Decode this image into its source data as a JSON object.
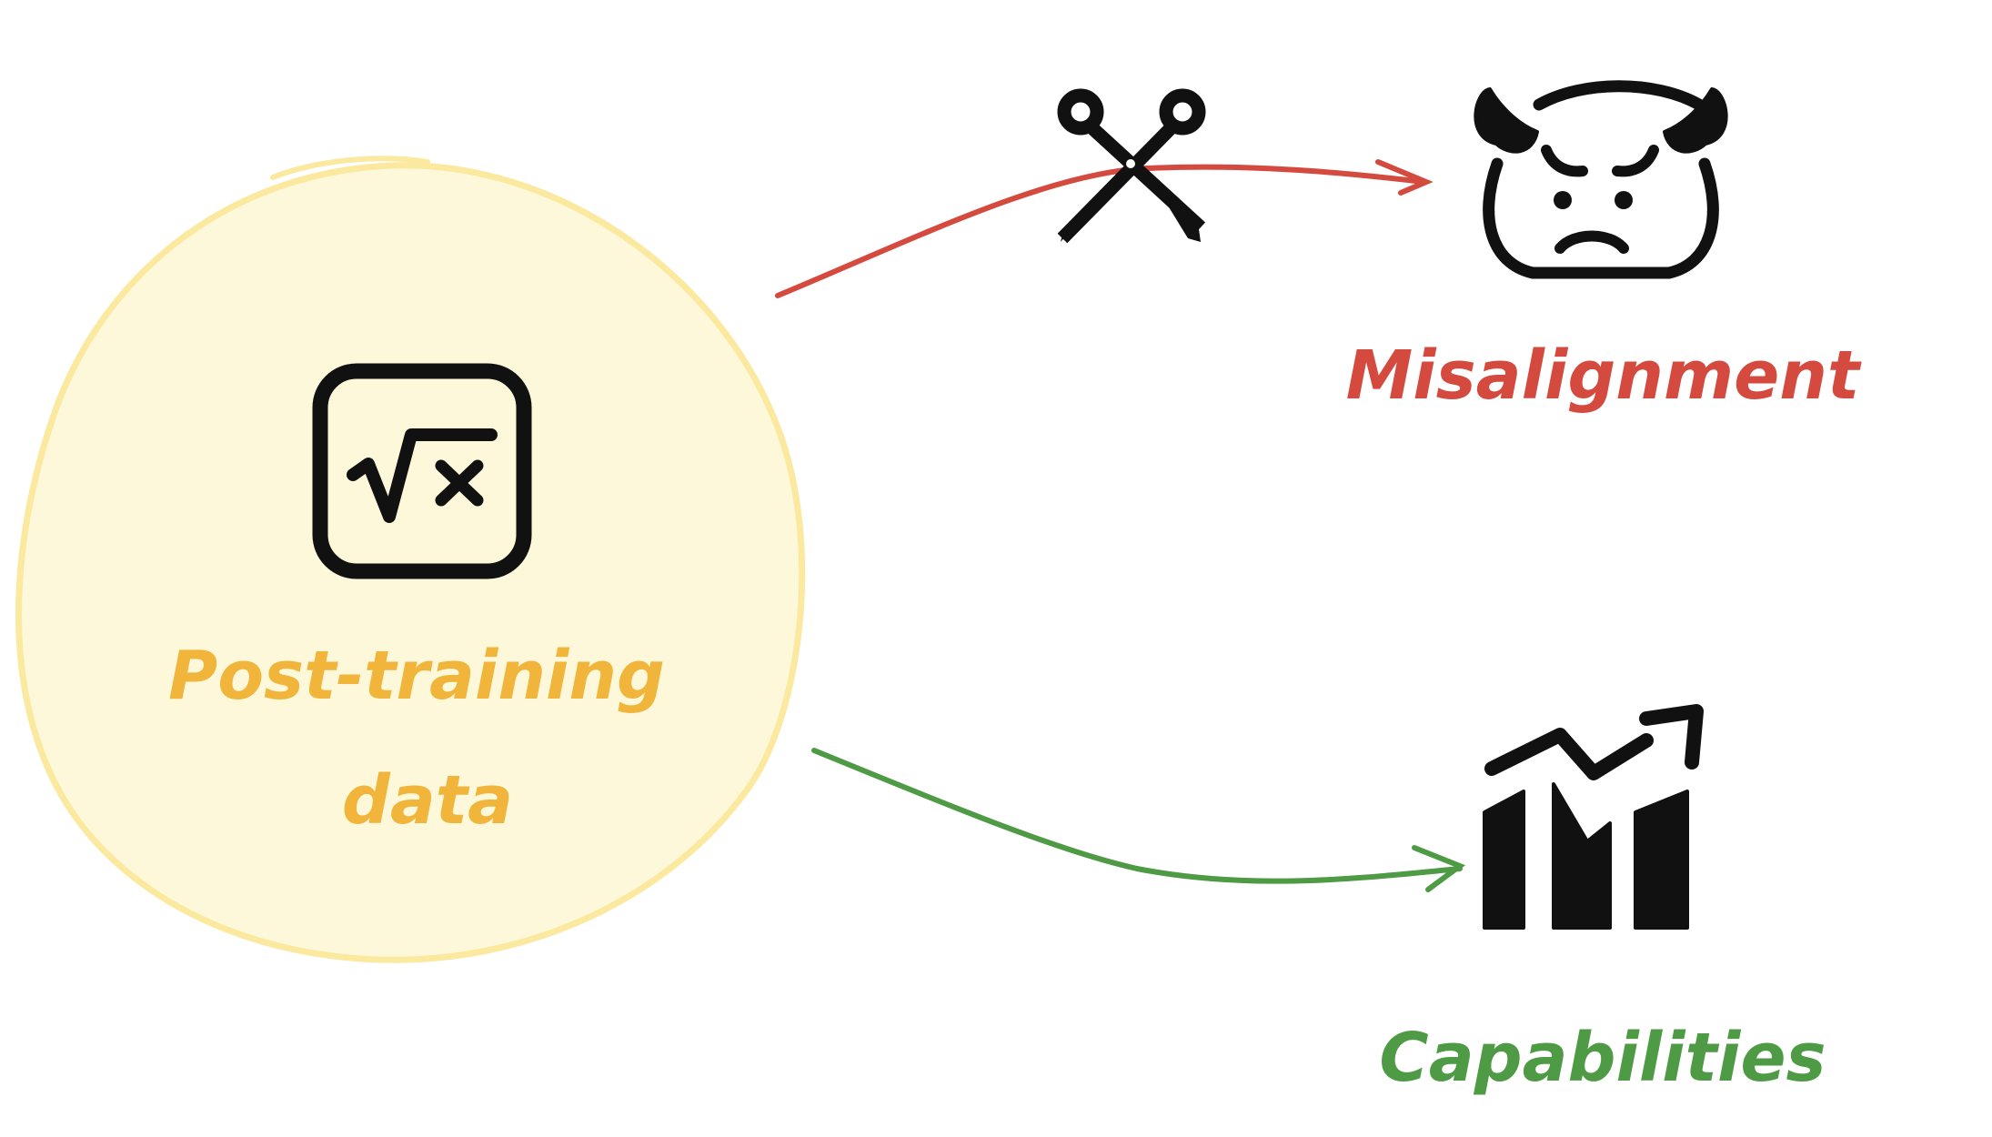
{
  "source_node": {
    "label_line1": "Post-training",
    "label_line2": "data",
    "icon": "math-formula-icon",
    "fill_color": "#fdf8d9",
    "stroke_color": "#fbe9a0",
    "text_color": "#f0b53a"
  },
  "targets": [
    {
      "label": "Misalignment",
      "icon": "devil-face-icon",
      "color": "#d44a3e",
      "arrow_marker": "scissors-icon"
    },
    {
      "label": "Capabilities",
      "icon": "growth-chart-icon",
      "color": "#4e9a45"
    }
  ]
}
